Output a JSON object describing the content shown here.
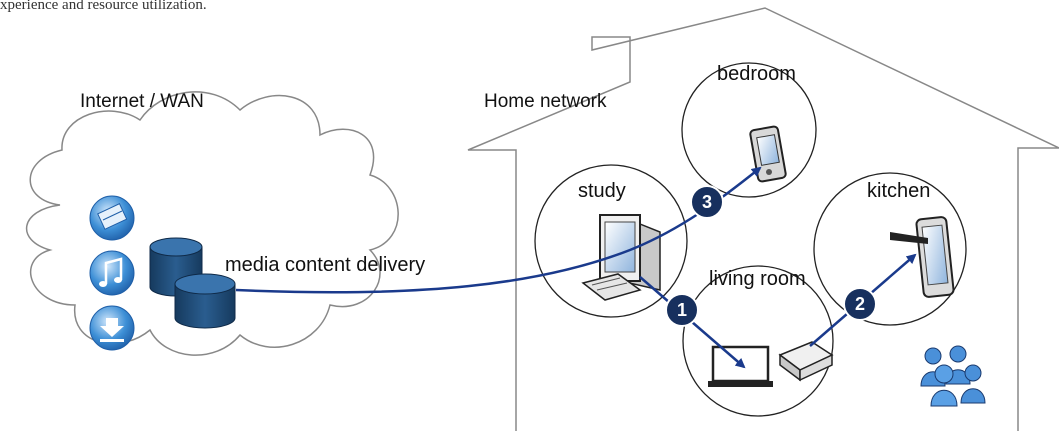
{
  "top_clipped_text": "xperience and resource utilization.",
  "labels": {
    "internet": "Internet / WAN",
    "home": "Home network",
    "media": "media content delivery"
  },
  "rooms": {
    "bedroom": "bedroom",
    "study": "study",
    "kitchen": "kitchen",
    "living_room": "living room"
  },
  "steps": [
    "1",
    "2",
    "3"
  ],
  "colors": {
    "arrow": "#1a3a8c",
    "badge": "#17305e",
    "database": "#1f4e79",
    "icon_blue": "#3d8fd6"
  }
}
